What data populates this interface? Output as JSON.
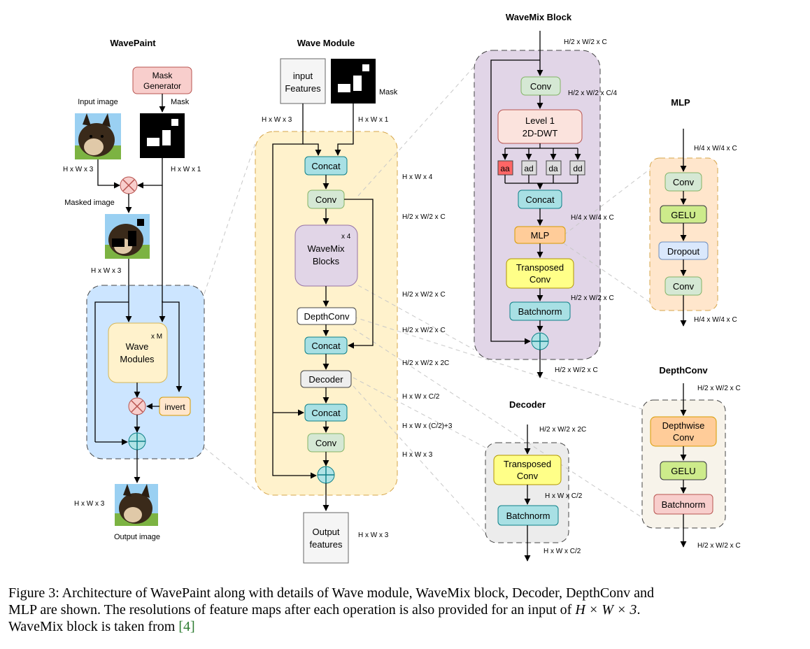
{
  "titles": {
    "wavepaint": "WavePaint",
    "wave_module": "Wave Module",
    "wavemix_block": "WaveMix Block",
    "mlp": "MLP",
    "depthconv": "DepthConv",
    "decoder": "Decoder"
  },
  "wavepaint": {
    "mask_generator": [
      "Mask",
      "Generator"
    ],
    "mask_label": "Mask",
    "input_image_label": "Input image",
    "masked_image_label": "Masked image",
    "output_image_label": "Output image",
    "wave_modules": [
      "Wave",
      "Modules"
    ],
    "repeat": "x M",
    "invert": "invert",
    "dims": {
      "input": "H x W x 3",
      "mask": "H x W x 1",
      "masked": "H x W x 3",
      "output": "H x W x 3"
    }
  },
  "wave_module": {
    "input_features": [
      "input",
      "Features"
    ],
    "mask_label": "Mask",
    "concat": "Concat",
    "conv": "Conv",
    "wavemix_blocks": [
      "WaveMix",
      "Blocks"
    ],
    "repeat": "x 4",
    "depthconv": "DepthConv",
    "decoder": "Decoder",
    "output_features": [
      "Output",
      "features"
    ],
    "dims": {
      "input": "H x W x 3",
      "mask": "H x W x 1",
      "concat1": "H x W x 4",
      "conv1": "H/2 x W/2 x C",
      "wavemix": "H/2 x W/2 x C",
      "depthconv": "H/2 x W/2 x C",
      "concat2": "H/2 x W/2 x 2C",
      "decoder": "H x W x C/2",
      "concat3": "H x W x (C/2)+3",
      "conv2": "H x W x 3",
      "output": "H x W x 3"
    }
  },
  "wavemix_block": {
    "conv": "Conv",
    "dwt": [
      "Level 1",
      "2D-DWT"
    ],
    "subbands": [
      "aa",
      "ad",
      "da",
      "dd"
    ],
    "concat": "Concat",
    "mlp": "MLP",
    "transposed_conv": [
      "Transposed",
      "Conv"
    ],
    "batchnorm": "Batchnorm",
    "dims": {
      "input": "H/2 x W/2 x C",
      "conv": "H/2 x W/2 x C/4",
      "concat": "H/4 x W/4 x C",
      "batchnorm": "H/2 x W/2 x C",
      "output": "H/2 x W/2 x C"
    }
  },
  "mlp": {
    "conv1": "Conv",
    "gelu": "GELU",
    "dropout": "Dropout",
    "conv2": "Conv",
    "dims": {
      "input": "H/4 x W/4 x C",
      "output": "H/4 x W/4 x C"
    }
  },
  "decoder": {
    "transposed_conv": [
      "Transposed",
      "Conv"
    ],
    "batchnorm": "Batchnorm",
    "dims": {
      "input": "H/2 x W/2 x 2C",
      "mid": "H x W x C/2",
      "output": "H x W x C/2"
    }
  },
  "depthconv": {
    "depthwise_conv": [
      "Depthwise",
      "Conv"
    ],
    "gelu": "GELU",
    "batchnorm": "Batchnorm",
    "dims": {
      "input": "H/2 x W/2 x C",
      "output": "H/2 x W/2 x C"
    }
  },
  "caption": {
    "line1": "Figure 3: Architecture of WavePaint along with details of Wave module, WaveMix block, Decoder, DepthConv and",
    "line2_pre": "MLP are shown. The resolutions of feature maps after each operation is also provided for an input of ",
    "line2_math": "H × W × 3",
    "line2_post": ".",
    "line3_pre": "WaveMix block is taken from ",
    "line3_ref": "[4]"
  },
  "colors": {
    "teal": "#a8e0e4",
    "green": "#d5e8d4",
    "purple": "#e1d5e7",
    "pink": "#f8cecc",
    "orange": "#ffcc99",
    "yellow": "#ffff88",
    "gelu": "#cdeb8b",
    "blue_panel": "#cce5ff",
    "cream_panel": "#fff2cc",
    "purple_panel": "#e1d5e7",
    "red_band": "#ff6666"
  }
}
